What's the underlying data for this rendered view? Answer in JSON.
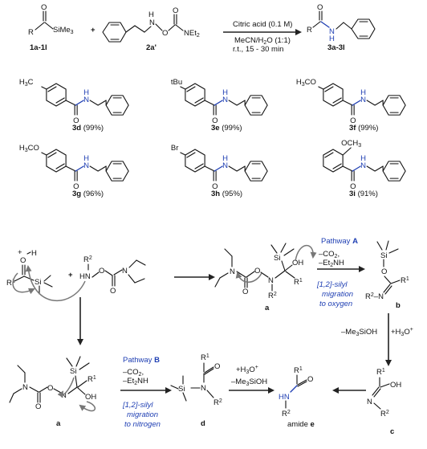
{
  "reaction": {
    "reactant1_label": "1a-1l",
    "reactant2_label": "2a'",
    "product_label": "3a-3l",
    "plus": "+",
    "reactant1_si": "SiMe",
    "reactant1_si_sub": "3",
    "reactant1_r": "R",
    "reactant2_oxy": "O",
    "reactant2_n": "NEt",
    "reactant2_n_sub": "2",
    "reactant2_h": "H",
    "reactant2_hn": "N",
    "condition1": "Citric acid (0.1 M)",
    "condition2": "MeCN/H",
    "condition2b": "O (1:1)",
    "condition2_sub": "2",
    "condition3": "r.t., 15 - 30 min",
    "product_r": "R",
    "product_nh": "H",
    "product_n": "N"
  },
  "examples": [
    {
      "id": "3d",
      "yield": "(99%)",
      "substituent": "H",
      "sub_sub": "3",
      "sub_c": "C"
    },
    {
      "id": "3e",
      "yield": "(99%)",
      "substituent": "tBu"
    },
    {
      "id": "3f",
      "yield": "(99%)",
      "substituent": "H",
      "sub_sub": "3",
      "sub_c": "CO"
    },
    {
      "id": "3g",
      "yield": "(96%)",
      "substituent": "H",
      "sub_sub": "3",
      "sub_c": "CO"
    },
    {
      "id": "3h",
      "yield": "(95%)",
      "substituent": "Br"
    },
    {
      "id": "3i",
      "yield": "(91%)",
      "substituent": "OCH",
      "sub_sub": "3"
    }
  ],
  "amide_atoms": {
    "o": "O",
    "n": "N",
    "h": "H"
  },
  "mechanism": {
    "start_oh": "O",
    "start_h": "H",
    "start_plus": "+",
    "start_r1": "R",
    "start_r1_sup": "1",
    "start_si": "Si",
    "reagent_r2": "R",
    "reagent_r2_sup": "2",
    "reagent_hn": "HN",
    "reagent_o1": "O",
    "reagent_o2": "O",
    "reagent_n": "N",
    "plus": "+",
    "pathway_a_prefix": "Pathway ",
    "pathway_a_letter": "A",
    "pathway_a_cond1": "–CO",
    "pathway_a_cond1_sub": "2",
    "pathway_a_cond1_tail": ",",
    "pathway_a_cond2": "–Et",
    "pathway_a_cond2_sub": "2",
    "pathway_a_cond2_tail": "NH",
    "pathway_a_migration": [
      "[1,2]-silyl",
      "migration",
      "to oxygen"
    ],
    "int_a_label": "a",
    "int_a_si": "Si",
    "int_a_oh": "OH",
    "int_a_n": "N",
    "int_a_r1": "R",
    "int_a_r1_sup": "1",
    "int_a_r2": "R",
    "int_a_r2_sup": "2",
    "int_a_o": "O",
    "int_a_o2": "O",
    "int_a_n2": "N",
    "int_b_label": "b",
    "int_b_si": "Si",
    "int_b_o": "O",
    "int_b_r1": "R",
    "int_b_r1_sup": "1",
    "int_b_r2n": "R",
    "int_b_r2n_sup": "2",
    "int_b_r2n_n": "–N",
    "side_left": "–Me",
    "side_left_sub": "3",
    "side_left_tail": "SiOH",
    "side_right": "+H",
    "side_right_sub": "3",
    "side_right_tail": "O",
    "side_right_sup": "+",
    "pathway_b_prefix": "Pathway ",
    "pathway_b_letter": "B",
    "pathway_b_cond1": "–CO",
    "pathway_b_cond1_sub": "2",
    "pathway_b_cond1_tail": ",",
    "pathway_b_cond2": "–Et",
    "pathway_b_cond2_sub": "2",
    "pathway_b_cond2_tail": "NH",
    "pathway_b_migration": [
      "[1,2]-silyl",
      "migration",
      "to nitrogen"
    ],
    "int_a2_label": "a",
    "int_a2_si": "Si",
    "int_a2_r1": "R",
    "int_a2_r1_sup": "1",
    "int_a2_oh": "OH",
    "int_a2_n": "N",
    "int_a2_o": "O",
    "int_a2_o2": "O",
    "int_a2_n2": "N",
    "int_d_label": "d",
    "int_d_si": "Si",
    "int_d_n": "N",
    "int_d_o": "O",
    "int_d_r1": "R",
    "int_d_r1_sup": "1",
    "int_d_r2": "R",
    "int_d_r2_sup": "2",
    "de_cond1": "+H",
    "de_cond1_sub": "3",
    "de_cond1_tail": "O",
    "de_cond1_sup": "+",
    "de_cond2": "–Me",
    "de_cond2_sub": "3",
    "de_cond2_tail": "SiOH",
    "int_e_label": "amide ",
    "int_e_letter": "e",
    "int_e_o": "O",
    "int_e_r1": "R",
    "int_e_r1_sup": "1",
    "int_e_hn": "HN",
    "int_e_r2": "R",
    "int_e_r2_sup": "2",
    "int_c_label": "c",
    "int_c_r1": "R",
    "int_c_r1_sup": "1",
    "int_c_oh": "OH",
    "int_c_n": "N",
    "int_c_r2": "R",
    "int_c_r2_sup": "2"
  },
  "colors": {
    "nitrogen_blue": "#1f3fb3",
    "arrow_gray": "#777777"
  }
}
